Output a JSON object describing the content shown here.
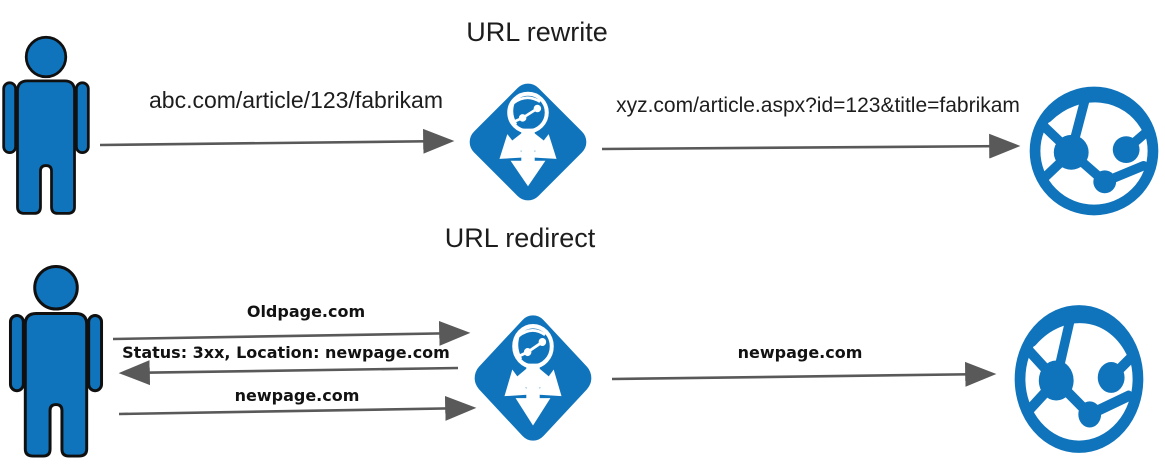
{
  "diagram": {
    "colors": {
      "azure_blue": "#0f74bc",
      "arrow_gray": "#595959",
      "text_dark": "#1d1d1d"
    },
    "rewrite": {
      "title": "URL rewrite",
      "client_icon": "person-icon",
      "gateway_icon": "application-gateway-icon",
      "backend_icon": "web-app-globe-icon",
      "request_url": "abc.com/article/123/fabrikam",
      "rewritten_url": "xyz.com/article.aspx?id=123&title=fabrikam"
    },
    "redirect": {
      "title": "URL redirect",
      "client_icon": "person-icon",
      "gateway_icon": "application-gateway-icon",
      "backend_icon": "web-app-globe-icon",
      "request_url": "Oldpage.com",
      "redirect_response": "Status: 3xx, Location: newpage.com",
      "new_request_url": "newpage.com",
      "forwarded_url": "newpage.com"
    }
  }
}
